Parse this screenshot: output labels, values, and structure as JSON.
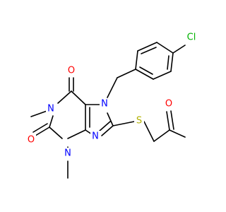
{
  "molecule": {
    "colors": {
      "carbon_bond": "#000000",
      "nitrogen": "#0000ff",
      "oxygen": "#ff0000",
      "sulfur": "#b2b200",
      "chlorine": "#00b200",
      "background": "#ffffff"
    },
    "atoms": {
      "cl": "Cl",
      "o_c6": "O",
      "o_c2": "O",
      "o_ketone": "O",
      "n1": "N",
      "n3": "N",
      "n7": "N",
      "n9": "N",
      "s": "S"
    }
  }
}
